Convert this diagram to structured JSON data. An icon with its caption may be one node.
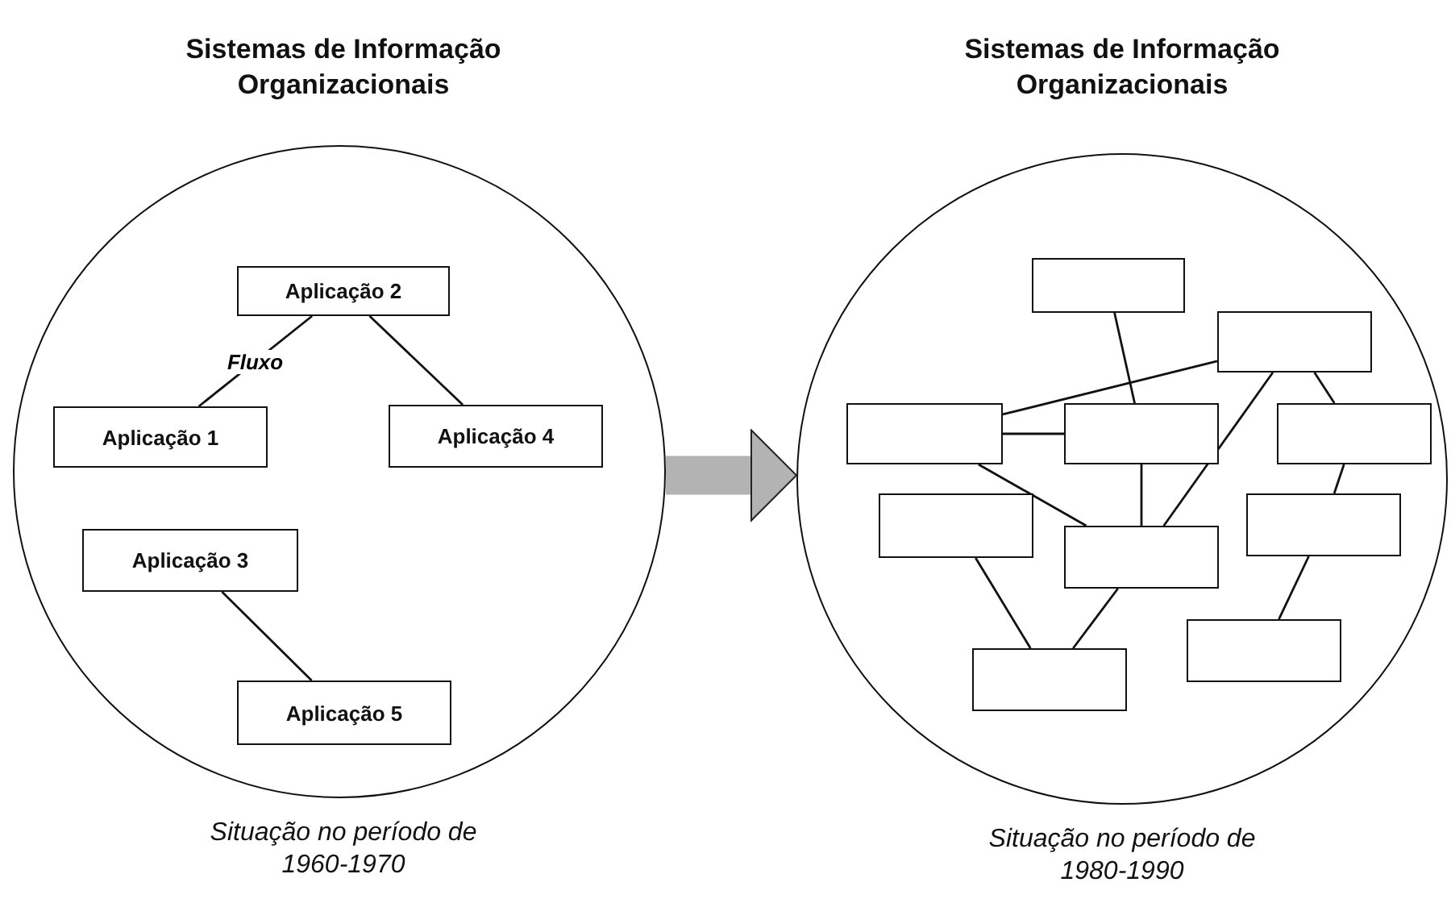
{
  "diagram": {
    "nodes": [
      {
        "text": [
          "Sistemas de Informação Organizacionais"
        ],
        "beside": [
          "Situação no período de 1960-1970"
        ]
      },
      {
        "text": [
          "Aplicação 2"
        ],
        "in": 0
      },
      {
        "text": [
          "Aplicação 1"
        ],
        "in": 0
      },
      {
        "text": [
          "Aplicação 4"
        ],
        "in": 0
      },
      {
        "text": [
          "Aplicação 3"
        ],
        "in": 0
      },
      {
        "text": [
          "Aplicação 5"
        ],
        "in": 0
      },
      {
        "text": [
          "Sistemas de Informação Organizacionais"
        ],
        "beside": [
          "Situação no período de 1980-1990"
        ]
      },
      {
        "text": [],
        "shape": "box",
        "in": 6
      },
      {
        "text": [],
        "shape": "box",
        "in": 6
      },
      {
        "text": [],
        "shape": "box",
        "in": 6
      },
      {
        "text": [],
        "shape": "box",
        "in": 6
      },
      {
        "text": [],
        "shape": "box",
        "in": 6
      },
      {
        "text": [],
        "shape": "box",
        "in": 6
      },
      {
        "text": [],
        "shape": "box",
        "in": 6
      },
      {
        "text": [],
        "shape": "box",
        "in": 6
      },
      {
        "text": [],
        "shape": "box",
        "in": 6
      },
      {
        "text": [],
        "shape": "box",
        "in": 6
      }
    ],
    "edges": [
      {
        "from": 1,
        "to": 2,
        "arrow": "none",
        "label": "Fluxo"
      },
      {
        "from": 1,
        "to": 3,
        "arrow": "none"
      },
      {
        "from": 4,
        "to": 5,
        "arrow": "none"
      },
      {
        "from": 0,
        "to": 6,
        "arrow": "to",
        "style": "thick",
        "color": "#b3b3b3"
      },
      {
        "from": 7,
        "to": 10,
        "arrow": "none"
      },
      {
        "from": 10,
        "to": 14,
        "arrow": "none"
      },
      {
        "from": 8,
        "to": 9,
        "arrow": "none"
      },
      {
        "from": 9,
        "to": 10,
        "arrow": "none"
      },
      {
        "from": 9,
        "to": 14,
        "arrow": "none"
      },
      {
        "from": 8,
        "to": 14,
        "arrow": "none"
      },
      {
        "from": 8,
        "to": 11,
        "arrow": "none"
      },
      {
        "from": 11,
        "to": 13,
        "arrow": "none"
      },
      {
        "from": 12,
        "to": 16,
        "arrow": "none"
      },
      {
        "from": 14,
        "to": 16,
        "arrow": "none"
      },
      {
        "from": 13,
        "to": 15,
        "arrow": "none"
      }
    ]
  }
}
